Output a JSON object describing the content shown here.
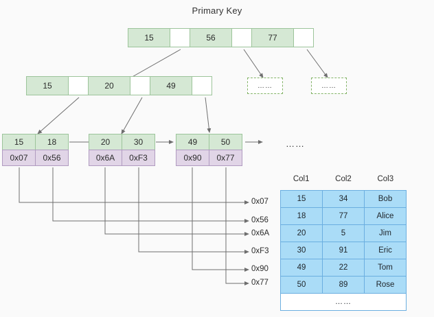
{
  "title": "Primary Key",
  "colors": {
    "background": "#fafafa",
    "key_fill": "#d5e8d4",
    "key_border": "#9cc49a",
    "pointer_fill": "#ffffff",
    "addr_fill": "#e1d5e7",
    "addr_border": "#b09bc0",
    "table_fill": "#aadcf7",
    "table_border": "#6aaee0",
    "line": "#6e6e6e"
  },
  "tree": {
    "root": {
      "name": "root-node",
      "cells": [
        {
          "type": "key",
          "label": "15"
        },
        {
          "type": "pointer",
          "label": ""
        },
        {
          "type": "key",
          "label": "56"
        },
        {
          "type": "pointer",
          "label": ""
        },
        {
          "type": "key",
          "label": "77"
        },
        {
          "type": "pointer",
          "label": ""
        }
      ]
    },
    "internal": {
      "name": "internal-node",
      "cells": [
        {
          "type": "key",
          "label": "15"
        },
        {
          "type": "pointer",
          "label": ""
        },
        {
          "type": "key",
          "label": "20"
        },
        {
          "type": "pointer",
          "label": ""
        },
        {
          "type": "key",
          "label": "49"
        },
        {
          "type": "pointer",
          "label": ""
        }
      ]
    },
    "leaves": [
      {
        "name": "leaf-node-1",
        "keys": [
          "15",
          "18"
        ],
        "addresses": [
          "0x07",
          "0x56"
        ]
      },
      {
        "name": "leaf-node-2",
        "keys": [
          "20",
          "30"
        ],
        "addresses": [
          "0x6A",
          "0xF3"
        ]
      },
      {
        "name": "leaf-node-3",
        "keys": [
          "49",
          "50"
        ],
        "addresses": [
          "0x90",
          "0x77"
        ]
      }
    ],
    "continuation_boxes": [
      {
        "name": "continuation-box-1",
        "label": "……"
      },
      {
        "name": "continuation-box-2",
        "label": "……"
      }
    ],
    "leaf_chain_ellipsis": "……"
  },
  "address_labels": [
    {
      "label": "0x07"
    },
    {
      "label": "0x56"
    },
    {
      "label": "0x6A"
    },
    {
      "label": "0xF3"
    },
    {
      "label": "0x90"
    },
    {
      "label": "0x77"
    }
  ],
  "table": {
    "name": "data-table",
    "headers": [
      "Col1",
      "Col2",
      "Col3"
    ],
    "rows": [
      [
        "15",
        "34",
        "Bob"
      ],
      [
        "18",
        "77",
        "Alice"
      ],
      [
        "20",
        "5",
        "Jim"
      ],
      [
        "30",
        "91",
        "Eric"
      ],
      [
        "49",
        "22",
        "Tom"
      ],
      [
        "50",
        "89",
        "Rose"
      ]
    ],
    "more_label": "……"
  }
}
